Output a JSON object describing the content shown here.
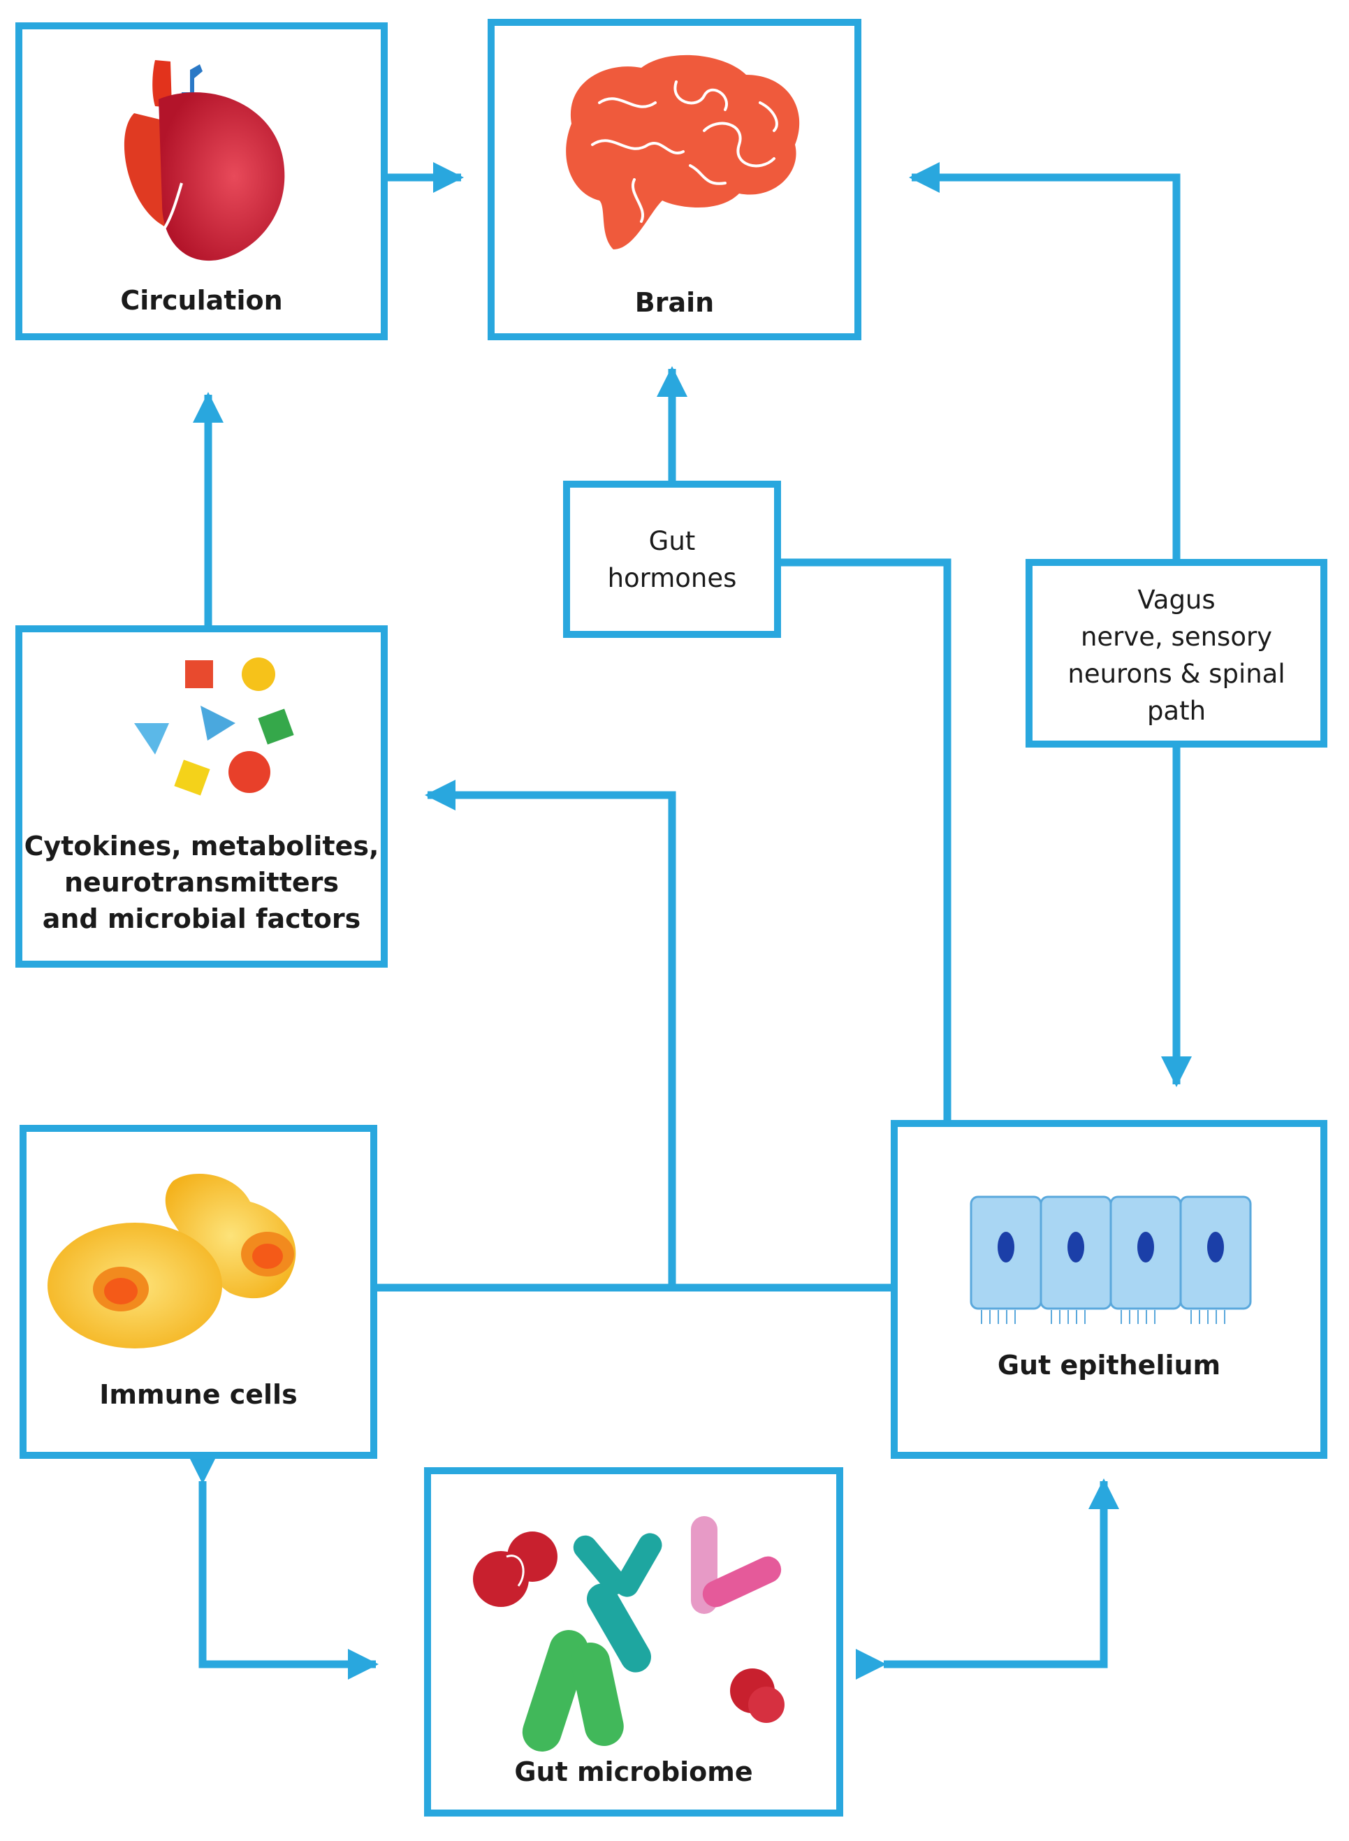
{
  "colors": {
    "box_border": "#29a7de",
    "arrow": "#29a7de",
    "text": "#1a1a1a"
  },
  "nodes": {
    "circulation": {
      "label": "Circulation",
      "icon": "heart-icon"
    },
    "brain": {
      "label": "Brain",
      "icon": "brain-icon"
    },
    "gut_hormones": {
      "lines": [
        "Gut",
        "hormones"
      ]
    },
    "vagus": {
      "lines": [
        "Vagus",
        "nerve, sensory",
        "neurons & spinal",
        "path"
      ]
    },
    "cytokines": {
      "lines": [
        "Cytokines, metabolites,",
        "neurotransmitters",
        "and microbial factors"
      ],
      "icon": "molecules-icon"
    },
    "immune_cells": {
      "label": "Immune cells",
      "icon": "immune-cells-icon"
    },
    "gut_epithelium": {
      "label": "Gut epithelium",
      "icon": "epithelium-cells-icon"
    },
    "gut_microbiome": {
      "label": "Gut microbiome",
      "icon": "bacteria-icon"
    }
  },
  "edges": [
    {
      "from": "circulation",
      "to": "brain"
    },
    {
      "from": "gut_hormones",
      "to": "brain"
    },
    {
      "from": "vagus",
      "to": "brain"
    },
    {
      "from": "vagus",
      "to": "gut_epithelium"
    },
    {
      "from": "cytokines",
      "to": "circulation"
    },
    {
      "from": "gut_epithelium",
      "to": "gut_hormones"
    },
    {
      "from": "immune_cells",
      "to": "cytokines"
    },
    {
      "from": "gut_epithelium",
      "to": "cytokines"
    },
    {
      "from": "gut_microbiome",
      "to": "immune_cells",
      "bidirectional": true
    },
    {
      "from": "gut_microbiome",
      "to": "gut_epithelium",
      "bidirectional": true
    }
  ]
}
